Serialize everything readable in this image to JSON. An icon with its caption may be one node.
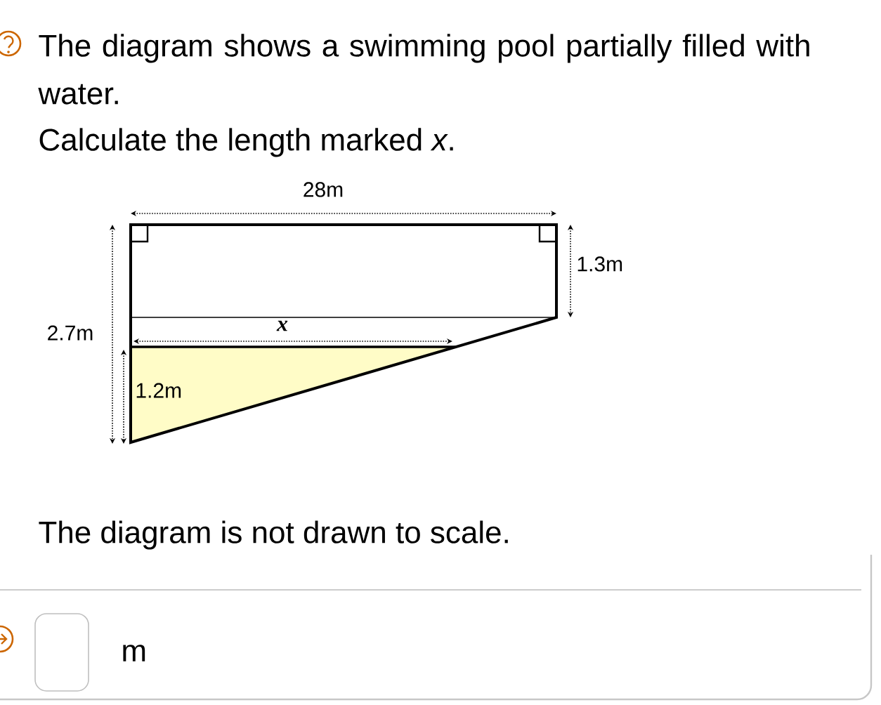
{
  "diagram": {
    "labels": [
      "The diagram shows a swimming pool partially filled with water.",
      "Calculate the length marked *x*.",
      "28m",
      "1.3m",
      "2.7m",
      "x",
      "1.2m",
      "The diagram is not drawn to scale.",
      "m"
    ]
  }
}
